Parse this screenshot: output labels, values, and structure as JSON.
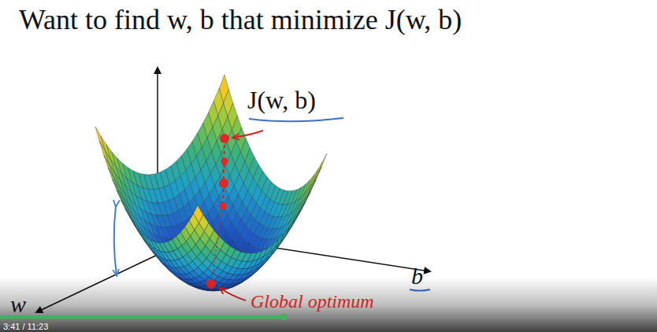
{
  "diagram": {
    "title": "Want to find w, b that minimize J(w, b)",
    "labels": [
      "J(w, b)",
      "b",
      "w",
      "Global optimum",
      "3:41 / 11:23"
    ]
  }
}
